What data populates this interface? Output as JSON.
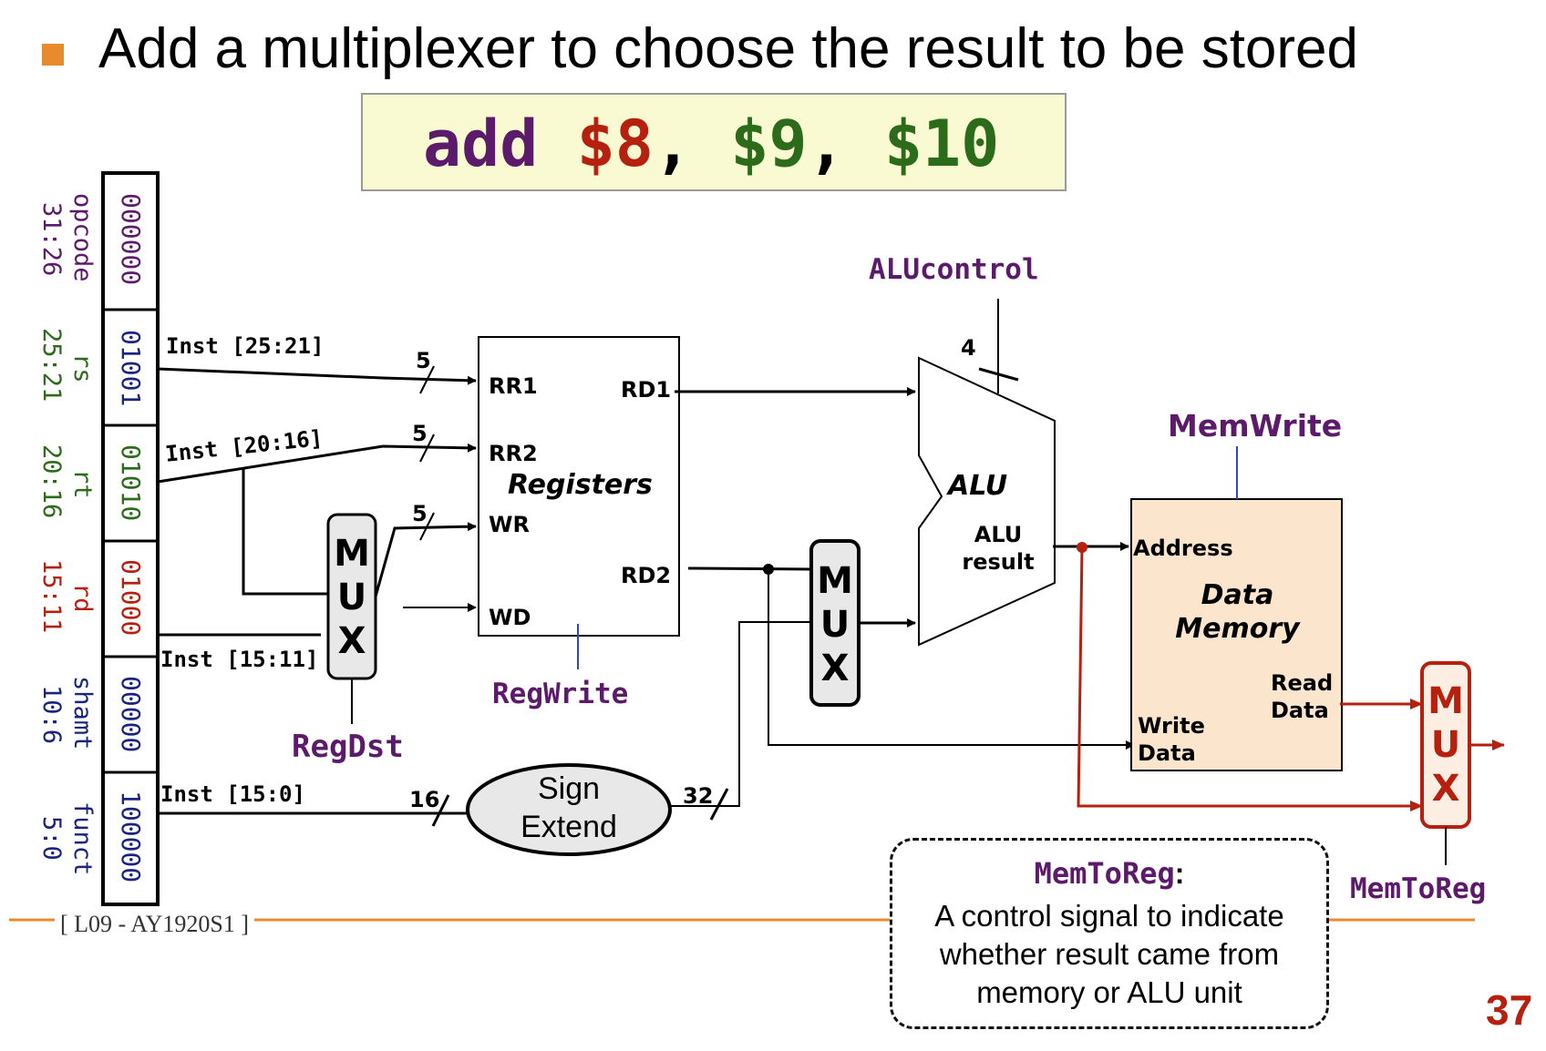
{
  "slide": {
    "title": "Add a multiplexer to choose the result to be stored",
    "footer": "[ L09 - AY1920S1 ]",
    "page_number": "37"
  },
  "instruction": {
    "op": "add",
    "rd": "$8",
    "sep1": ",",
    "rs": "$9",
    "sep2": ",",
    "rt": "$10"
  },
  "fields": [
    {
      "name": "opcode",
      "range": "31:26",
      "bits": "000000"
    },
    {
      "name": "rs",
      "range": "25:21",
      "bits": "01001"
    },
    {
      "name": "rt",
      "range": "20:16",
      "bits": "01010"
    },
    {
      "name": "rd",
      "range": "15:11",
      "bits": "01000"
    },
    {
      "name": "shamt",
      "range": "10:6",
      "bits": "00000"
    },
    {
      "name": "funct",
      "range": "5:0",
      "bits": "100000"
    }
  ],
  "wires": {
    "inst_25_21": "Inst [25:21]",
    "inst_20_16": "Inst [20:16]",
    "inst_15_11": "Inst [15:11]",
    "inst_15_0": "Inst [15:0]",
    "width_rr1": "5",
    "width_rr2": "5",
    "width_wr": "5",
    "width_16": "16",
    "width_32": "32",
    "width_alu": "4"
  },
  "registers": {
    "rr1": "RR1",
    "rr2": "RR2",
    "wr": "WR",
    "wd": "WD",
    "rd1": "RD1",
    "rd2": "RD2",
    "title": "Registers"
  },
  "alu": {
    "title": "ALU",
    "result_line1": "ALU",
    "result_line2": "result"
  },
  "memory": {
    "address": "Address",
    "title_line1": "Data",
    "title_line2": "Memory",
    "read_line1": "Read",
    "read_line2": "Data",
    "write_line1": "Write",
    "write_line2": "Data"
  },
  "sign_extend": {
    "line1": "Sign",
    "line2": "Extend"
  },
  "mux": {
    "m": "M",
    "u": "U",
    "x": "X"
  },
  "signals": {
    "alucontrol": "ALUcontrol",
    "memwrite": "MemWrite",
    "regwrite": "RegWrite",
    "regdst": "RegDst",
    "memtoreg": "MemToReg"
  },
  "note": {
    "title": "MemToReg",
    "colon": ":",
    "body": "A control signal to indicate whether result came from memory or ALU unit"
  },
  "colors": {
    "accent": "#e88a2e",
    "purple": "#5c1a6b",
    "red": "#b5200f",
    "green": "#2c6b1a",
    "navy": "#1a237e",
    "memory_fill": "#fbe5cc",
    "mux_fill": "#e8e8e8",
    "memtoreg_mux_fill": "#fdeee4"
  }
}
